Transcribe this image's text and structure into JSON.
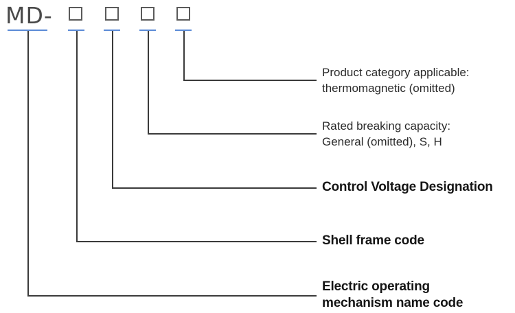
{
  "model_code": {
    "prefix": "MD-",
    "boxes": [
      "",
      "",
      "",
      ""
    ]
  },
  "legend": [
    {
      "lines": [
        "Product category applicable:",
        "thermomagnetic (omitted)"
      ]
    },
    {
      "lines": [
        "Rated breaking capacity:",
        "General (omitted), S, H"
      ]
    },
    {
      "lines": [
        "Control Voltage Designation"
      ]
    },
    {
      "lines": [
        "Shell frame code"
      ]
    },
    {
      "lines": [
        "Electric operating",
        "mechanism name code"
      ]
    }
  ],
  "colors": {
    "underline": "#5b8bd6",
    "connector": "#3a3a3a",
    "box_border": "#5a5a5a",
    "prefix_text": "#4a4a4a"
  }
}
